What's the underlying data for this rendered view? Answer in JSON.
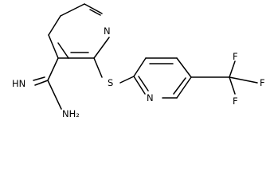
{
  "molecule": {
    "atoms": {
      "n_pyridine_1": "N",
      "n_pyridine_2": "N",
      "sulfur": "S",
      "imine": "HN",
      "amine": "NH₂",
      "f1": "F",
      "f2": "F",
      "f3": "F"
    },
    "colors": {
      "bond": "#000000",
      "label": "#000000",
      "background": "#ffffff"
    }
  }
}
